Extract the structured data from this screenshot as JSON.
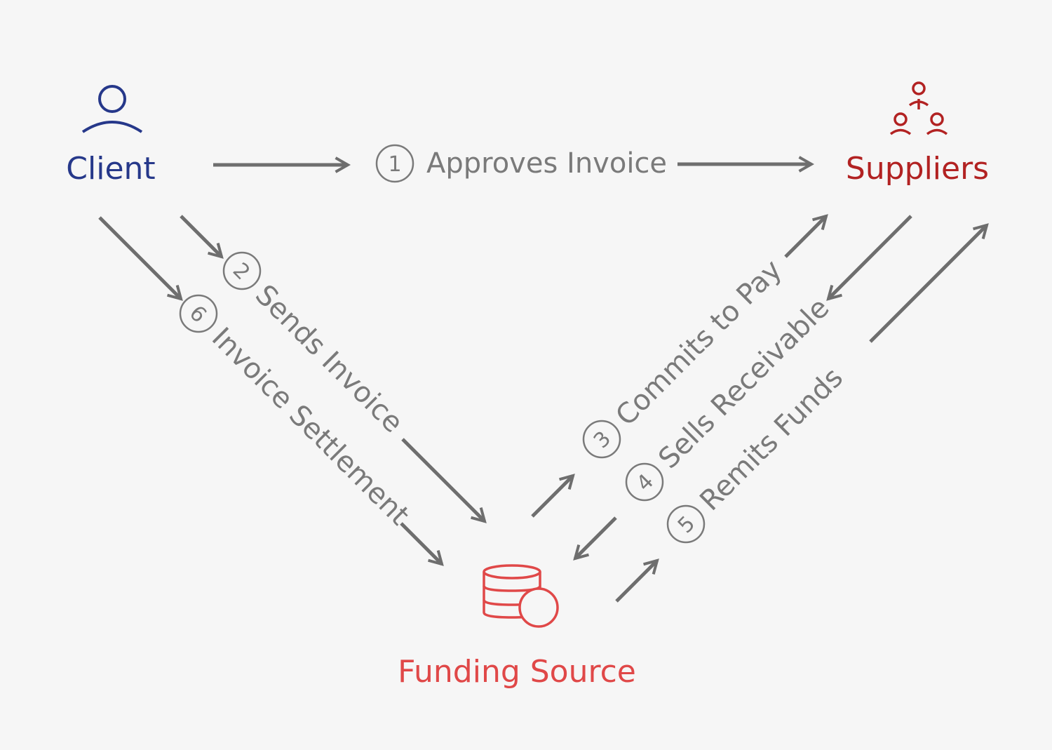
{
  "nodes": {
    "client": {
      "label": "Client",
      "color": "#26388a",
      "icon": "person-icon"
    },
    "suppliers": {
      "label": "Suppliers",
      "color": "#b22222",
      "icon": "people-network-icon"
    },
    "funding": {
      "label": "Funding Source",
      "color": "#e04848",
      "icon": "database-coins-icon"
    }
  },
  "steps": [
    {
      "num": "1",
      "label": "Approves Invoice"
    },
    {
      "num": "2",
      "label": "Sends Invoice"
    },
    {
      "num": "3",
      "label": "Commits to Pay"
    },
    {
      "num": "4",
      "label": "Sells Receivable"
    },
    {
      "num": "5",
      "label": "Remits Funds"
    },
    {
      "num": "6",
      "label": "Invoice Settlement"
    }
  ],
  "colors": {
    "arrow": "#6e6e6e",
    "text": "#7a7a7a",
    "background": "#f6f6f6"
  }
}
